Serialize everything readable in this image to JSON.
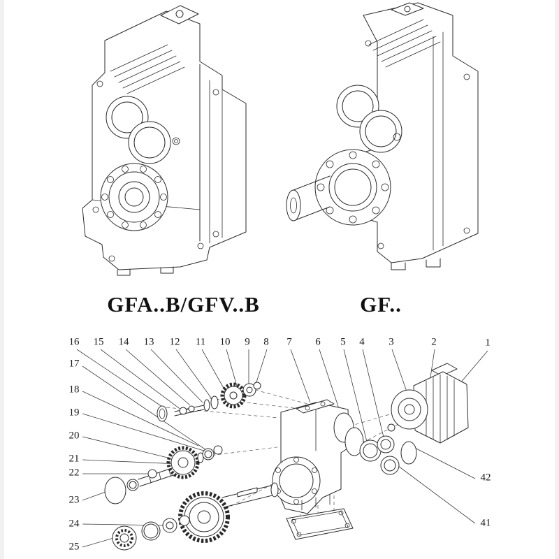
{
  "captions": {
    "left": "GFA..B/GFV..B",
    "right": "GF.."
  },
  "exploded_view": {
    "top_row_numbers": [
      "16",
      "15",
      "14",
      "13",
      "12",
      "11",
      "10",
      "9",
      "8",
      "7",
      "6",
      "5",
      "4",
      "3",
      "2",
      "1"
    ],
    "left_column_numbers": [
      "17",
      "18",
      "19",
      "20",
      "21",
      "22",
      "23",
      "24",
      "25"
    ],
    "right_column_numbers": [
      "42",
      "41"
    ]
  }
}
